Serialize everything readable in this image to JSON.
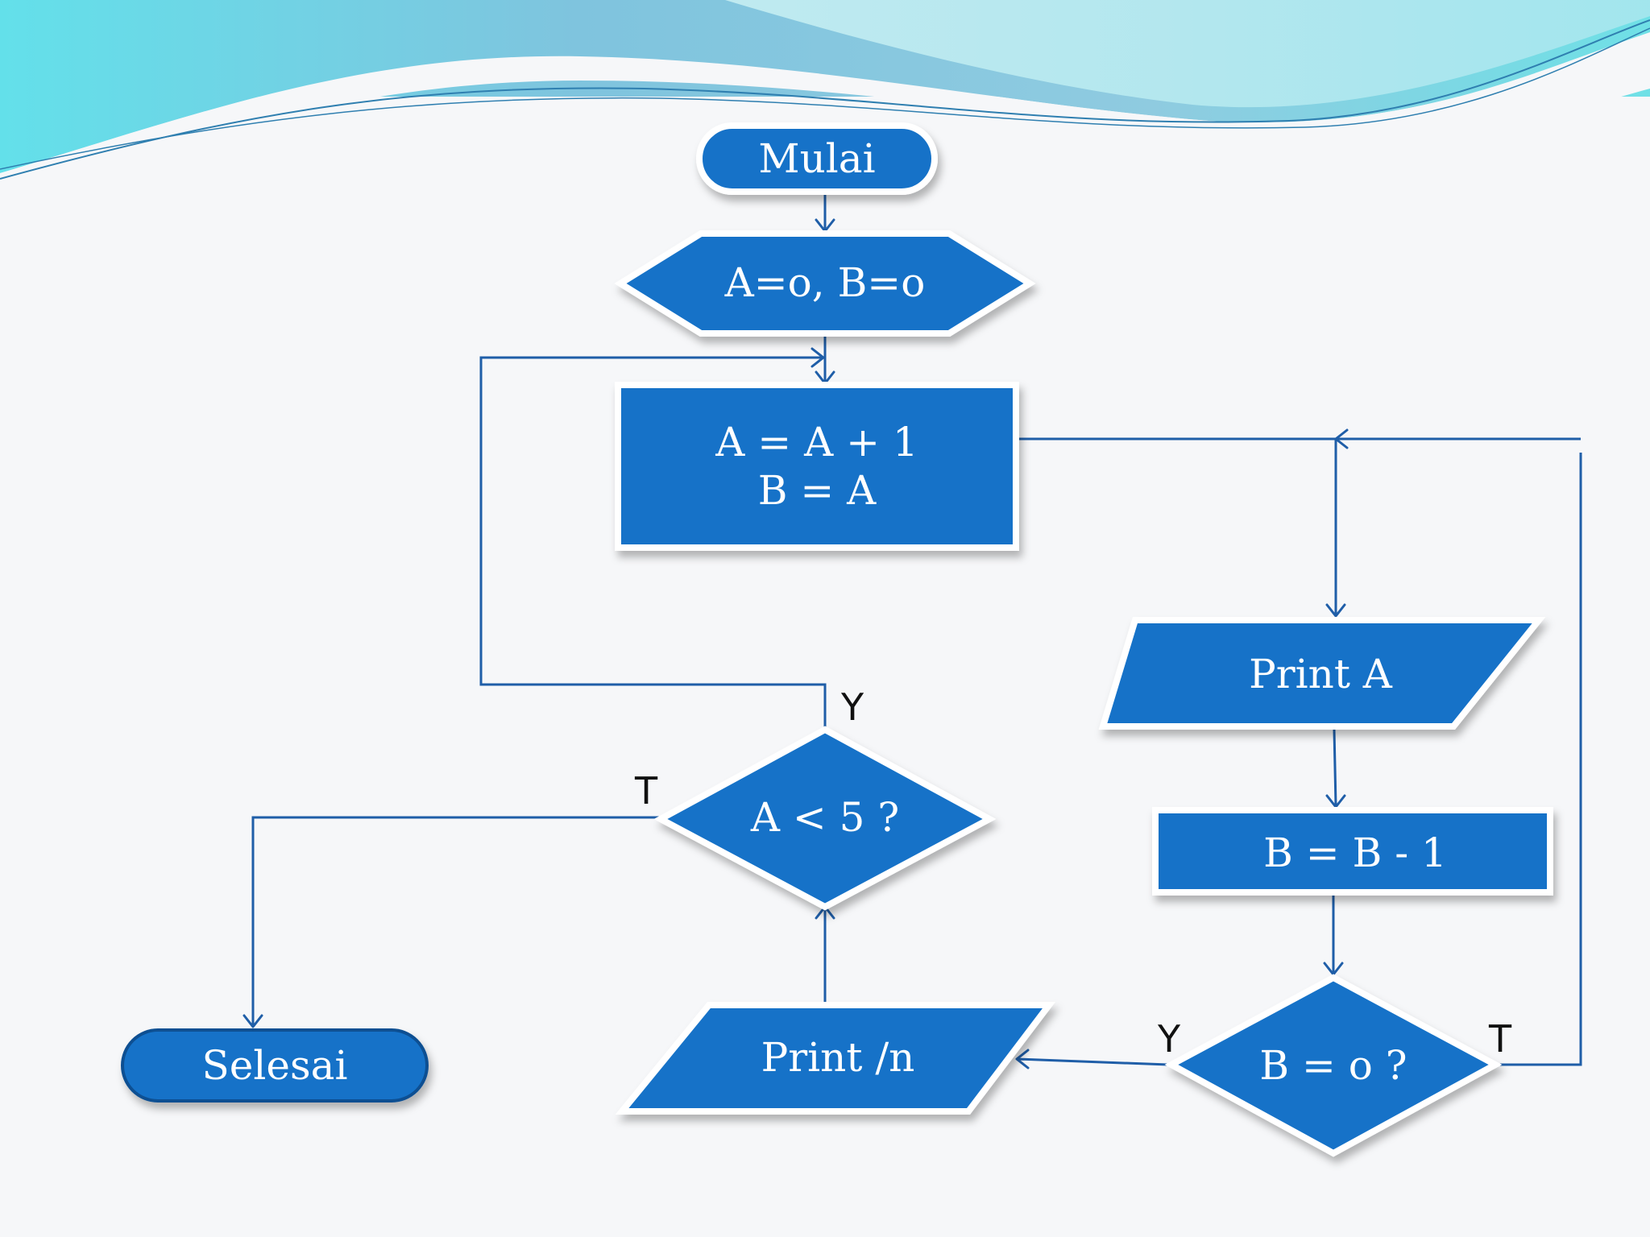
{
  "nodes": {
    "start": "Mulai",
    "init": "A=o, B=o",
    "process_line1": "A = A + 1",
    "process_line2": "B = A",
    "print_a": "Print A",
    "decrement": "B = B - 1",
    "decision_b": "B = o ?",
    "print_n": "Print /n",
    "decision_a": "A < 5 ?",
    "end": "Selesai"
  },
  "edge_labels": {
    "decision_a_yes": "Y",
    "decision_a_no": "T",
    "decision_b_yes": "Y",
    "decision_b_no": "T"
  },
  "colors": {
    "shape_fill": "#1472c8",
    "line": "#1f5ea8",
    "background": "#f6f7f9"
  }
}
